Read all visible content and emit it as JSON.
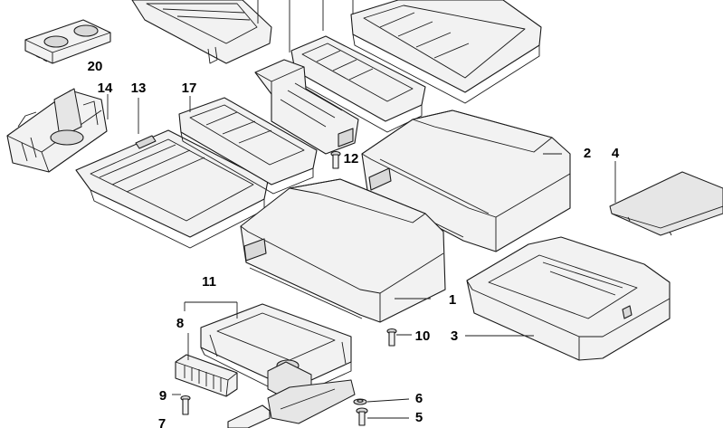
{
  "diagram": {
    "callouts": [
      "20",
      "14",
      "13",
      "17",
      "12",
      "2",
      "4",
      "1",
      "11",
      "8",
      "10",
      "3",
      "9",
      "6",
      "7",
      "5"
    ]
  }
}
